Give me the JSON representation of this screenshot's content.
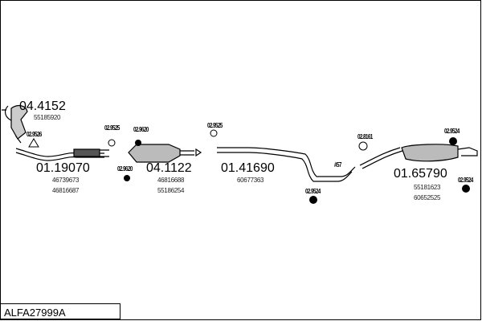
{
  "diagram_code": "ALFA27999A",
  "parts": [
    {
      "part_no": "04.4152",
      "oem": [
        "55185920"
      ]
    },
    {
      "part_no": "01.19070",
      "oem": [
        "46739673",
        "46816687"
      ]
    },
    {
      "part_no": "04.1122",
      "oem": [
        "46816688",
        "55186254"
      ]
    },
    {
      "part_no": "01.41690",
      "oem": [
        "60677363"
      ]
    },
    {
      "part_no": "01.65790",
      "oem": [
        "55181623",
        "60652525"
      ]
    }
  ],
  "fittings": [
    "02.9526",
    "02.9525",
    "02.9620",
    "02.9620",
    "02.9525",
    "02.8161",
    "02.9524",
    "02.9524",
    "02.9524",
    "#57"
  ]
}
